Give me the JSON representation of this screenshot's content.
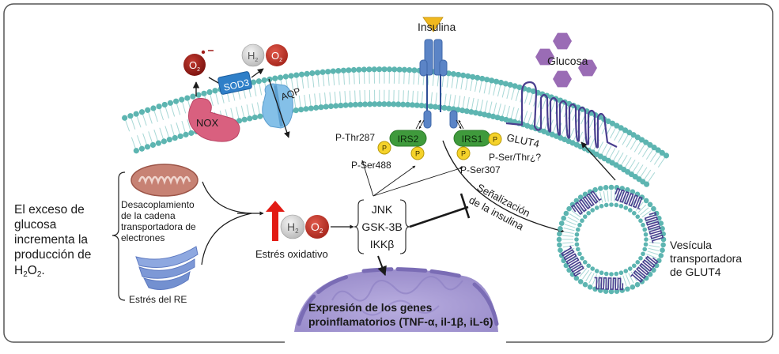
{
  "title": "Hiperglucemia, estrés oxidativo y señalización de la insulina",
  "intro_text": {
    "lines": [
      "El exceso de",
      "glucosa",
      "incrementa la",
      "producción de"
    ],
    "formula": {
      "a": "H",
      "a_sub": "2",
      "b": "O",
      "b_sub": "2",
      "tail": "."
    }
  },
  "sources": {
    "mitochondria_label": [
      "Desacoplamiento",
      "de la cadena",
      "transportadora de",
      "electrones"
    ],
    "er_label": "Estrés del RE"
  },
  "oxidative_stress": {
    "label": "Estrés oxidativo",
    "h_label": "H",
    "h_sub": "2",
    "o_label": "O",
    "o_sub": "2"
  },
  "kinases": [
    "JNK",
    "GSK-3B",
    "IKKβ"
  ],
  "membrane": {
    "nox_label": "NOX",
    "sod3_label": "SOD3",
    "aqp_label": "AQP",
    "superoxide": {
      "o_label": "O",
      "o_sub": "2",
      "charge": "•−"
    },
    "h2o2": {
      "h_label": "H",
      "h_sub": "2",
      "o_label": "O",
      "o_sub": "2"
    }
  },
  "insulin": {
    "label": "Insulina",
    "irs2_label": "IRS2",
    "irs1_label": "IRS1",
    "phospho_label": "P",
    "sites": {
      "thr287": "P-Thr287",
      "ser488": "P-Ser488",
      "ser307": "P-Ser307",
      "serthr": "P-Ser/Thr¿?"
    }
  },
  "glucose": {
    "label": "Glucosa",
    "glut4_label": "GLUT4"
  },
  "signaling_label": [
    "Señalización",
    "de la insulina"
  ],
  "vesicle_label": [
    "Vesícula",
    "transportadora",
    "de GLUT4"
  ],
  "nucleus_label": [
    "Expresión de los genes",
    "proinflamatorios (TNF-α, il-1β, iL-6)"
  ],
  "colors": {
    "membrane_head": "#5db5b1",
    "membrane_tail": "#a8d8d6",
    "nox": "#d9607f",
    "sod3": "#2f7fc8",
    "aqp": "#7ab8e0",
    "receptor": "#5b84c6",
    "insulin": "#f0b81e",
    "irs": "#3f9a3c",
    "phospho": "#f5d22a",
    "glut4": "#4a3f8f",
    "glucose": "#9a6cb5",
    "oxygen": "#c0392b",
    "hydrogen": "#d8d8d8",
    "red_arrow": "#e21b14",
    "nucleus": "#a89cd0",
    "mitochondria": "#c0786a",
    "er": "#7a9ad6"
  }
}
